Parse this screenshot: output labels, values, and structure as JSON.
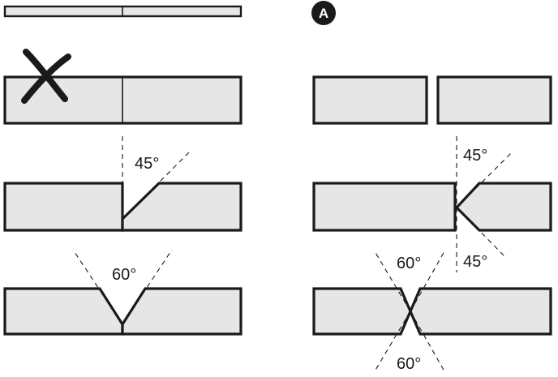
{
  "figure": {
    "badge_label": "A",
    "wrong_mark": "cross-icon",
    "angles": {
      "single_bevel_left": "45°",
      "v_groove_left": "60°",
      "double_bevel_top": "45°",
      "double_bevel_bottom": "45°",
      "x_groove_top": "60°",
      "x_groove_bottom": "60°"
    }
  }
}
